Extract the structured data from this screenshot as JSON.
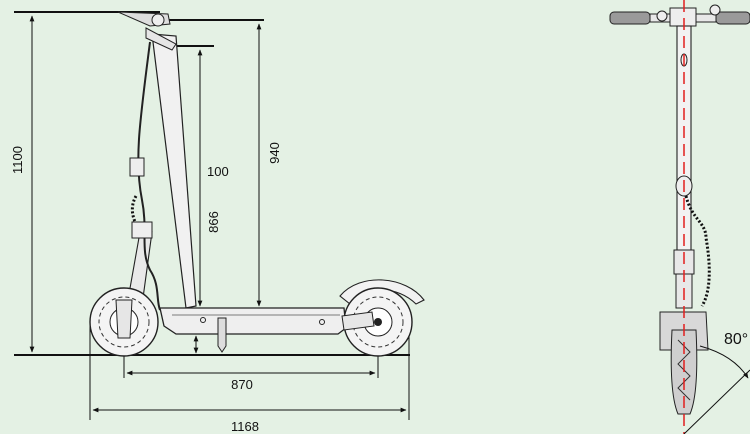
{
  "diagram": {
    "dimensions": {
      "total_height": "1100",
      "handlebar_height": "940",
      "stem_length": "866",
      "stem_adjust": "100",
      "wheelbase": "870",
      "total_length": "1168"
    },
    "angle": "80°"
  }
}
